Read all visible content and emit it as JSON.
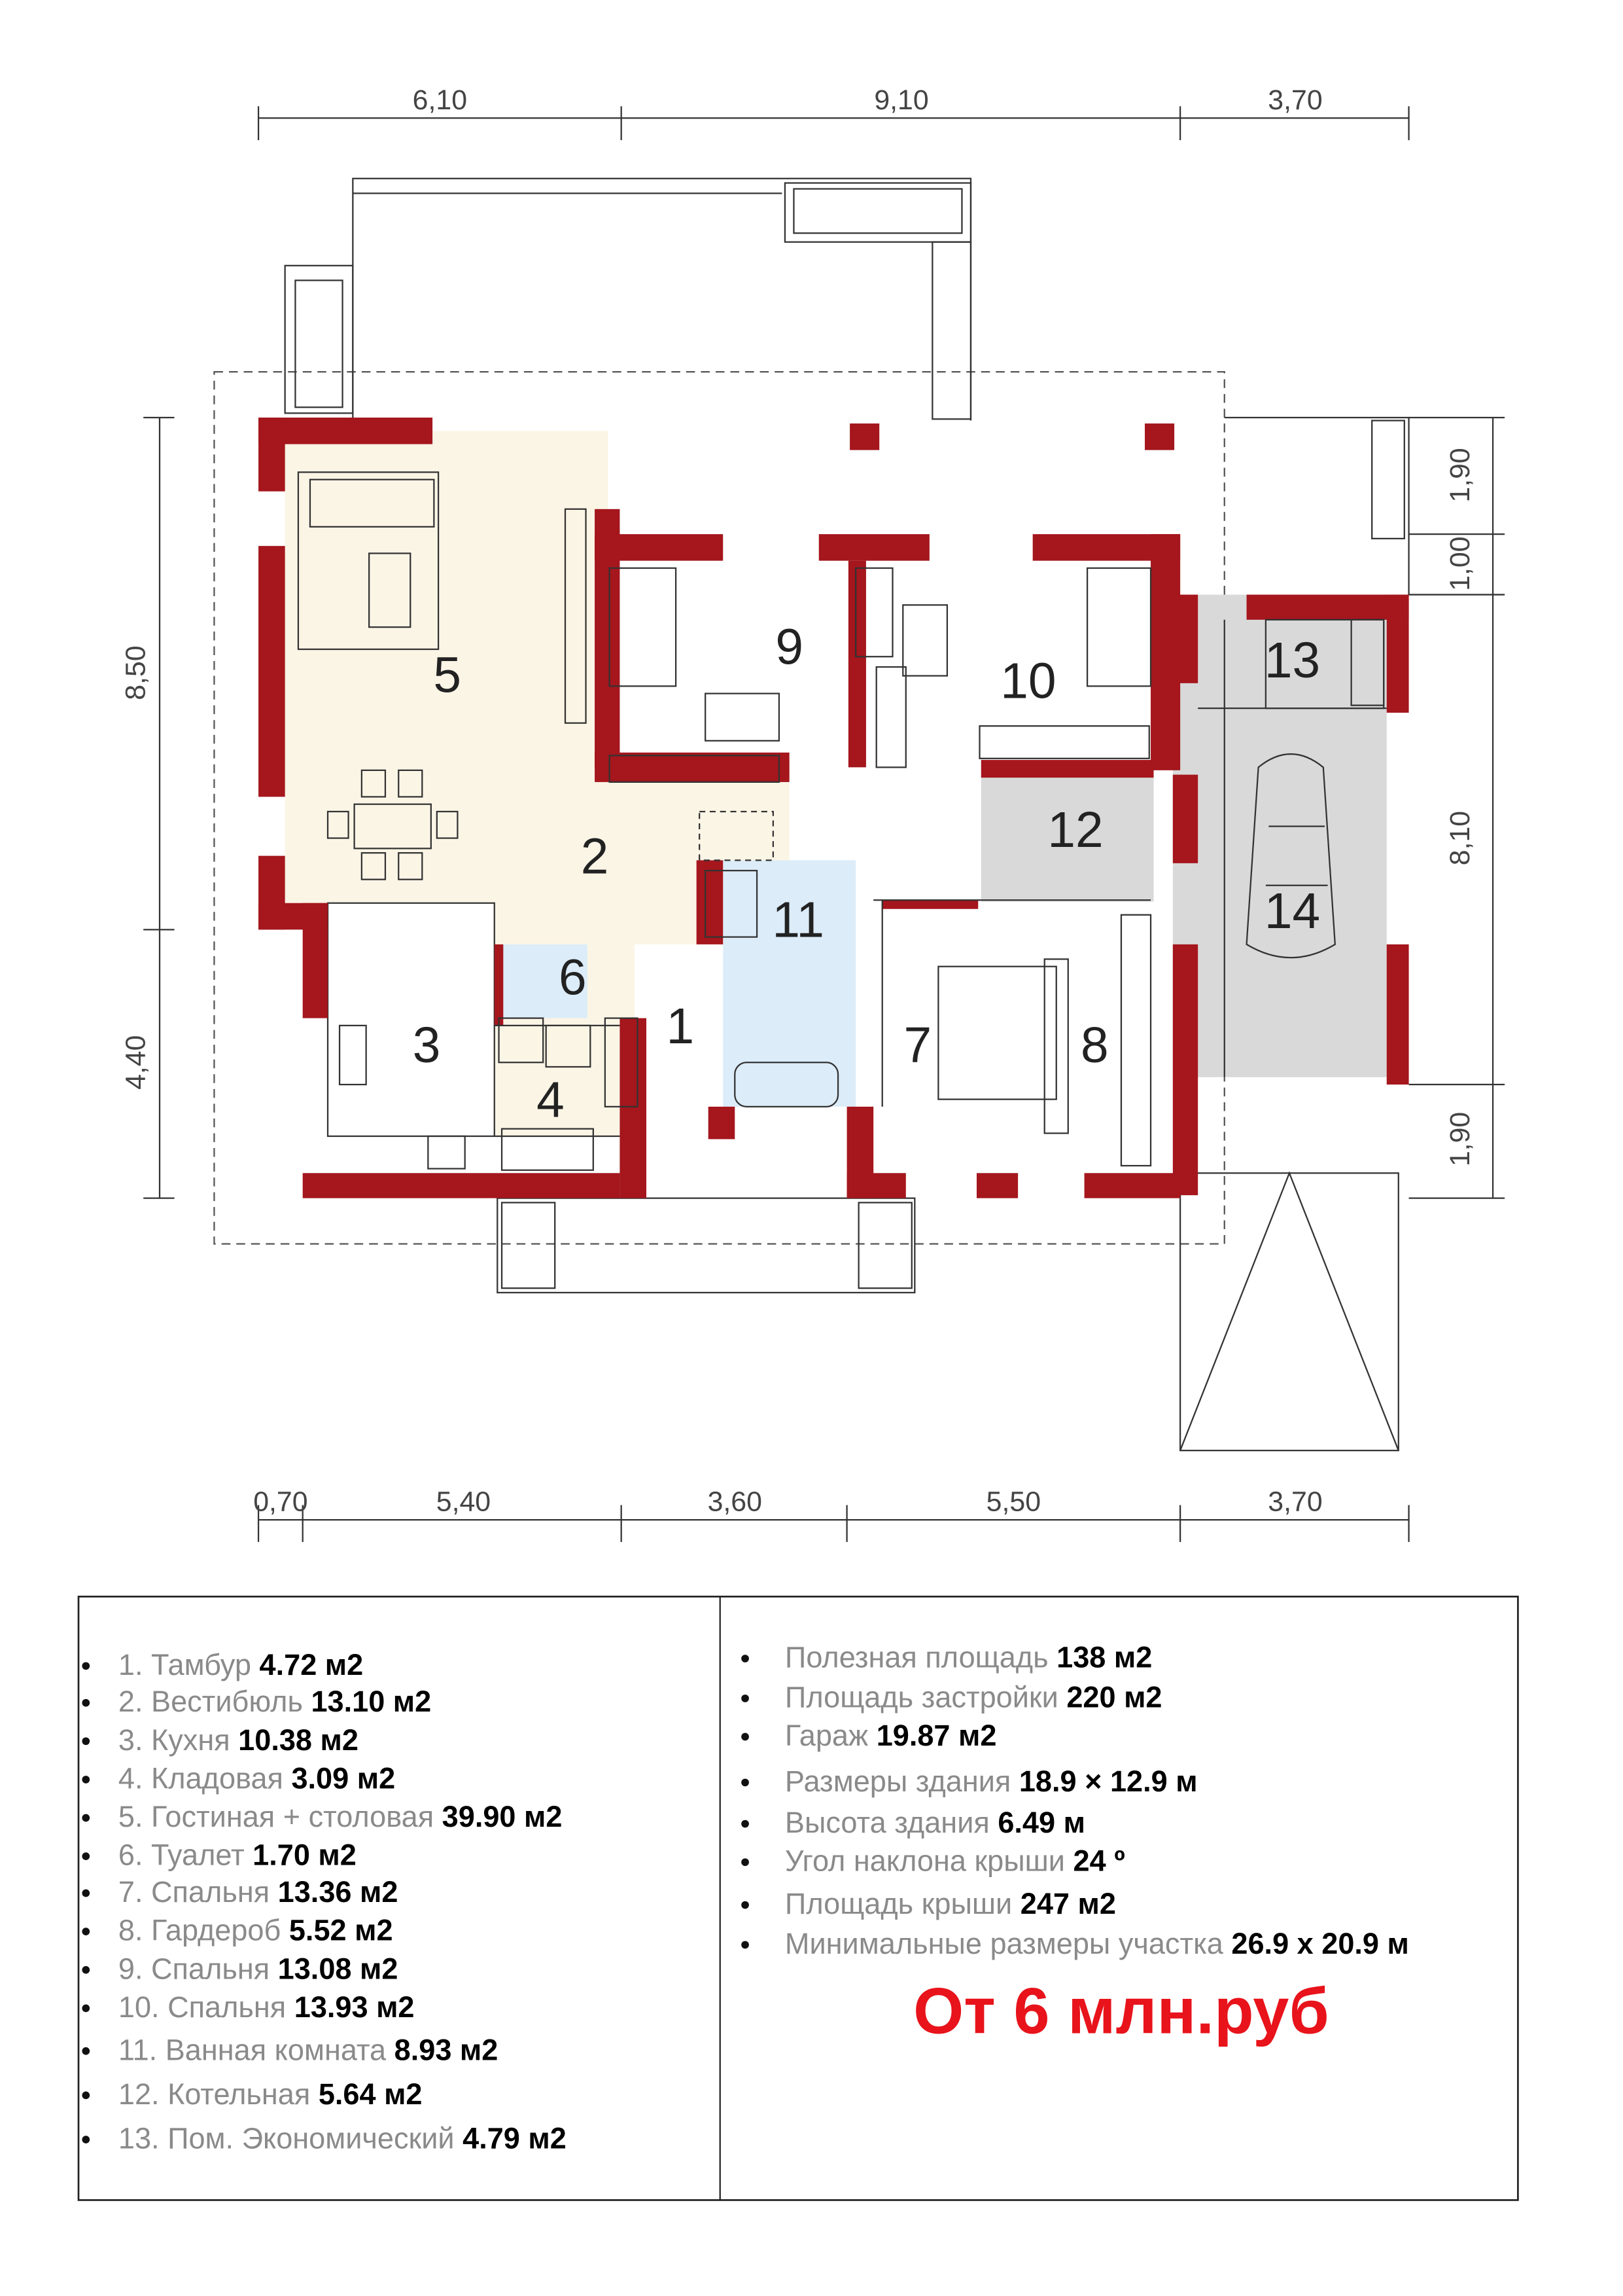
{
  "colors": {
    "wall": "#a5161d",
    "living": "#fbf5e6",
    "garage": "#d9d9d9",
    "bath": "#dcecf8",
    "price": "#e8131b"
  },
  "dimensions": {
    "top": [
      "6,10",
      "9,10",
      "3,70"
    ],
    "bottom": [
      "0,70",
      "5,40",
      "3,60",
      "5,50",
      "3,70"
    ],
    "left": [
      "8,50",
      "4,40"
    ],
    "right": [
      "1,90",
      "1,00",
      "8,10",
      "1,90"
    ]
  },
  "rooms": [
    "1",
    "2",
    "3",
    "4",
    "5",
    "6",
    "7",
    "8",
    "9",
    "10",
    "11",
    "12",
    "13",
    "14"
  ],
  "rooms_list": [
    {
      "label": "1. Тамбур",
      "value": "4.72 м2"
    },
    {
      "label": "2. Вестибюль",
      "value": "13.10 м2"
    },
    {
      "label": "3. Кухня",
      "value": "10.38 м2"
    },
    {
      "label": "4. Кладовая",
      "value": "3.09 м2"
    },
    {
      "label": "5. Гостиная + столовая",
      "value": "39.90 м2"
    },
    {
      "label": "6. Туалет",
      "value": "1.70 м2"
    },
    {
      "label": "7. Спальня",
      "value": "13.36 м2"
    },
    {
      "label": "8. Гардероб",
      "value": "5.52 м2"
    },
    {
      "label": "9. Спальня",
      "value": "13.08 м2"
    },
    {
      "label": "10. Спальня",
      "value": "13.93 м2"
    },
    {
      "label": "11. Ванная комната",
      "value": "8.93 м2"
    },
    {
      "label": "12. Котельная",
      "value": "5.64 м2"
    },
    {
      "label": "13. Пом. Экономический",
      "value": "4.79 м2"
    }
  ],
  "specs": [
    {
      "label": "Полезная площадь",
      "value": "138 м2"
    },
    {
      "label": "Площадь застройки",
      "value": "220 м2"
    },
    {
      "label": "Гараж",
      "value": "19.87 м2"
    },
    {
      "label": "Размеры здания",
      "value": "18.9 × 12.9 м"
    },
    {
      "label": "Высота здания",
      "value": "6.49 м"
    },
    {
      "label": "Угол наклона крыши",
      "value": "24 º"
    },
    {
      "label": "Площадь крыши",
      "value": "247 м2"
    },
    {
      "label": "Минимальные размеры участка",
      "value": "26.9 x 20.9 м"
    }
  ],
  "price": "От 6 млн.руб"
}
